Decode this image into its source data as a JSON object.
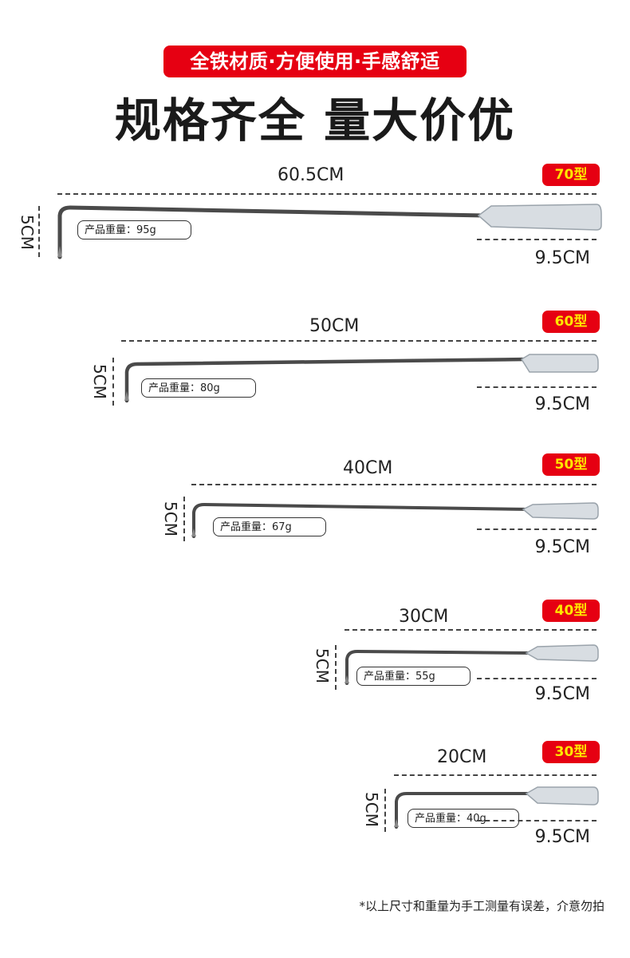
{
  "banner": "全铁材质·方便使用·手感舒适",
  "headline": "规格齐全 量大价优",
  "items": [
    {
      "length": "60.5CM",
      "model": "70型",
      "height": "5CM",
      "handle": "9.5CM",
      "weight": "产品重量：95g"
    },
    {
      "length": "50CM",
      "model": "60型",
      "height": "5CM",
      "handle": "9.5CM",
      "weight": "产品重量：80g"
    },
    {
      "length": "40CM",
      "model": "50型",
      "height": "5CM",
      "handle": "9.5CM",
      "weight": "产品重量：67g"
    },
    {
      "length": "30CM",
      "model": "40型",
      "height": "5CM",
      "handle": "9.5CM",
      "weight": "产品重量：55g"
    },
    {
      "length": "20CM",
      "model": "30型",
      "height": "5CM",
      "handle": "9.5CM",
      "weight": "产品重量：40g"
    }
  ],
  "note": "*以上尺寸和重量为手工测量有误差，介意勿拍",
  "colors": {
    "accent_red": "#e60012",
    "badge_text": "#ffe600"
  }
}
